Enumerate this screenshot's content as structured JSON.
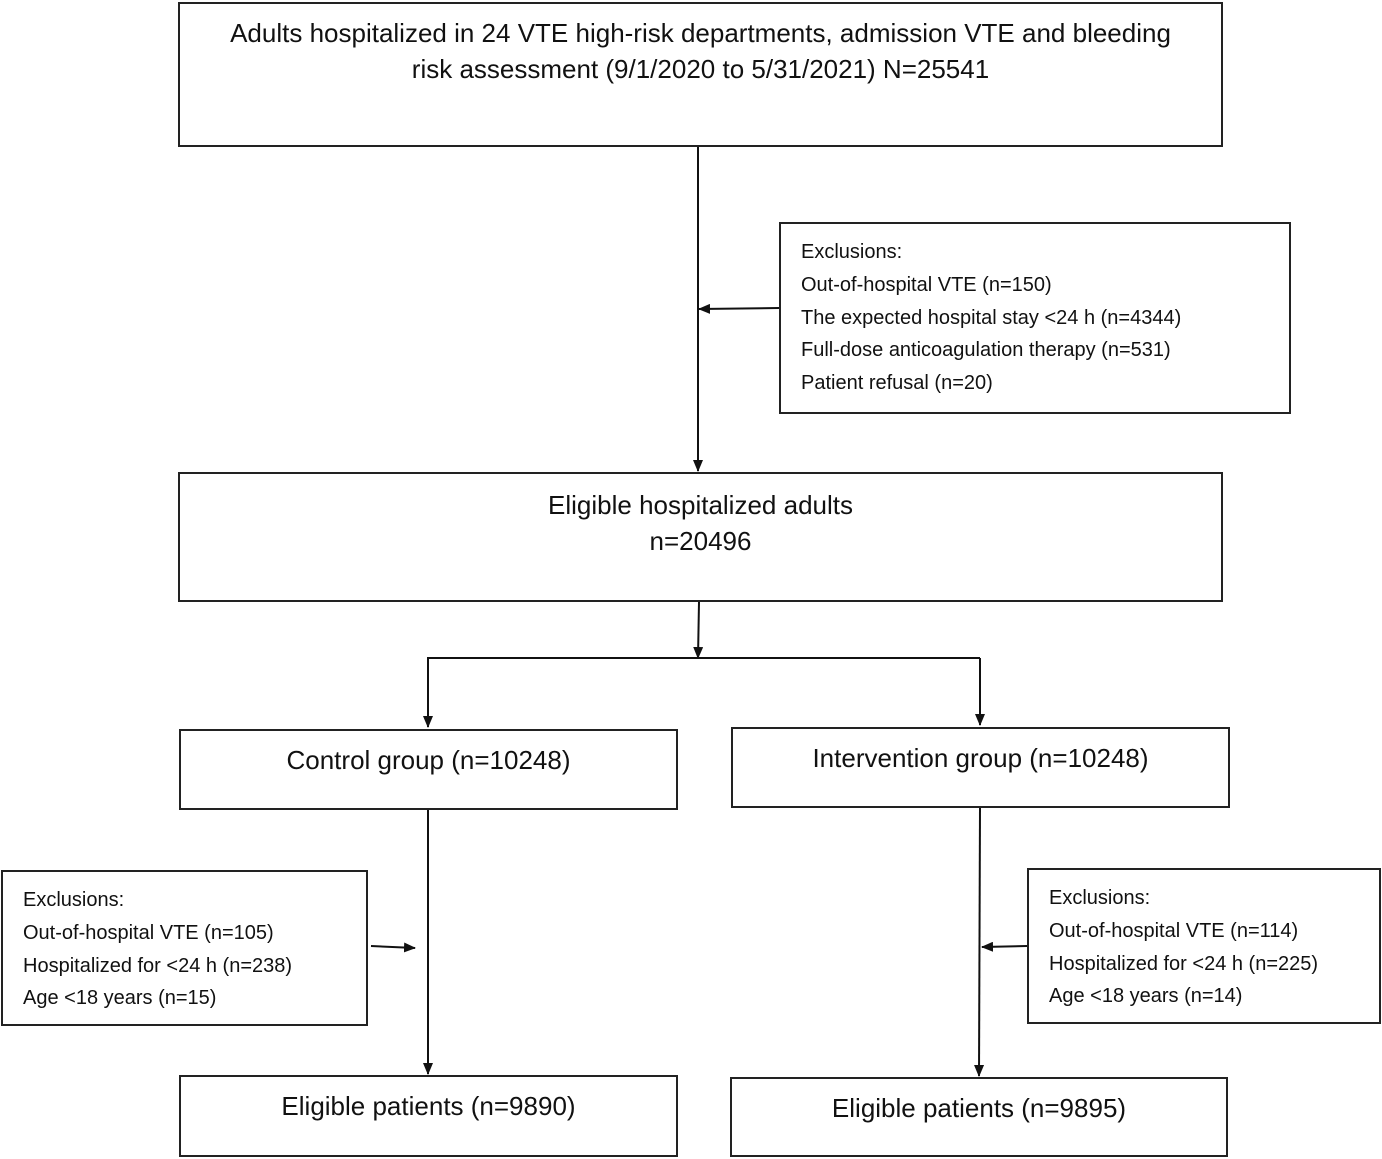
{
  "top": {
    "line1": "Adults hospitalized in 24 VTE high-risk departments, admission VTE and bleeding",
    "line2": "risk assessment (9/1/2020 to 5/31/2021) N=25541"
  },
  "exclusions_top": {
    "title": "Exclusions:",
    "items": [
      "Out-of-hospital VTE (n=150)",
      "The expected hospital stay  <24 h (n=4344)",
      "Full-dose anticoagulation therapy (n=531)",
      "Patient refusal (n=20)"
    ]
  },
  "eligible": {
    "line1": "Eligible hospitalized adults",
    "line2": "n=20496"
  },
  "control": {
    "label": "Control group (n=10248)"
  },
  "intervention": {
    "label": "Intervention group (n=10248)"
  },
  "exclusions_control": {
    "title": "Exclusions:",
    "items": [
      "Out-of-hospital VTE (n=105)",
      "Hospitalized for <24 h (n=238)",
      "Age <18 years (n=15)"
    ]
  },
  "exclusions_intervention": {
    "title": "Exclusions:",
    "items": [
      "Out-of-hospital VTE (n=114)",
      "Hospitalized for <24 h (n=225)",
      "Age <18 years (n=14)"
    ]
  },
  "final_control": {
    "label": "Eligible patients (n=9890)"
  },
  "final_intervention": {
    "label": "Eligible patients (n=9895)"
  }
}
